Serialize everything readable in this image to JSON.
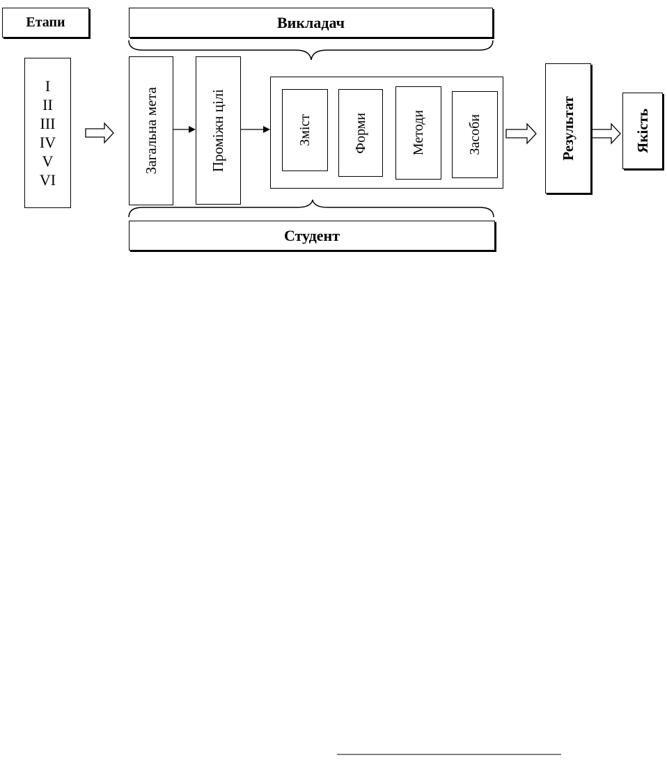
{
  "stages": {
    "label": "Етапи",
    "items": [
      "I",
      "II",
      "III",
      "IV",
      "V",
      "VI"
    ]
  },
  "teacher": {
    "label": "Викладач"
  },
  "student": {
    "label": "Студент"
  },
  "general_goal": {
    "label": "Загальна мета"
  },
  "intermediate_goals": {
    "label": "Проміжн цілі"
  },
  "process": {
    "content": "Зміст",
    "forms": "Форми",
    "methods": "Методи",
    "means": "Засоби"
  },
  "result": {
    "label": "Результат"
  },
  "quality": {
    "label": "Якість"
  }
}
